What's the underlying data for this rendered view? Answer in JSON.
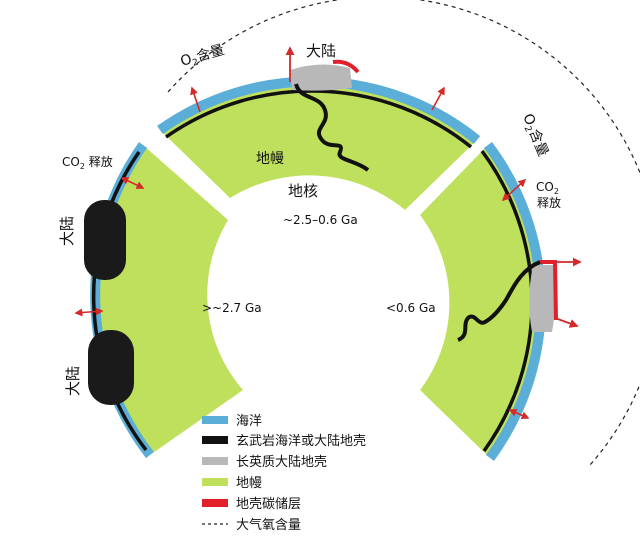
{
  "colors": {
    "ocean": "#5aaed8",
    "crust": "#111111",
    "felsic": "#b8b8b8",
    "mantle": "#bfe05c",
    "carbon": "#e0202a",
    "arrow": "#d32a2a"
  },
  "labels": {
    "o2_left": "O",
    "o2_left_sub": "2",
    "o2_left_rest": "含量",
    "o2_right": "O",
    "o2_right_sub": "2",
    "o2_right_rest": "含量",
    "continent_top": "大陆",
    "continent_left_upper": "大陆",
    "continent_left_lower": "大陆",
    "co2_left": "CO",
    "co2_left_sub": "2",
    "co2_left_rest": " 释放",
    "co2_right": "CO",
    "co2_right_sub": "2",
    "co2_right_release": "释放",
    "mantle": "地幔",
    "core": "地核",
    "age_middle": "~2.5–0.6 Ga",
    "age_left": ">~2.7 Ga",
    "age_right": "<0.6 Ga"
  },
  "legend": [
    {
      "key": "ocean",
      "label": "海洋",
      "symbol": "bar"
    },
    {
      "key": "crust",
      "label": "玄武岩海洋或大陆地壳",
      "symbol": "bar"
    },
    {
      "key": "felsic",
      "label": "长英质大陆地壳",
      "symbol": "bar"
    },
    {
      "key": "mantle",
      "label": "地幔",
      "symbol": "bar"
    },
    {
      "key": "carbon",
      "label": "地壳碳储层",
      "symbol": "bar"
    },
    {
      "key": "atm",
      "label": "大气氧含量",
      "symbol": "dash"
    }
  ]
}
